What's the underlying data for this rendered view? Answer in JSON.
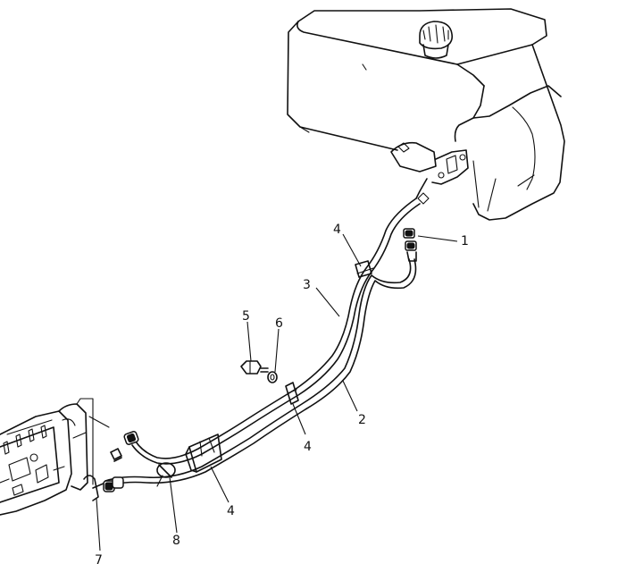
{
  "callouts": {
    "c1": "1",
    "c2": "2",
    "c3": "3",
    "c4a": "4",
    "c4b": "4",
    "c4c": "4",
    "c5": "5",
    "c6": "6",
    "c7": "7",
    "c8": "8"
  },
  "colors": {
    "ink": "#111111",
    "background": "#ffffff"
  }
}
